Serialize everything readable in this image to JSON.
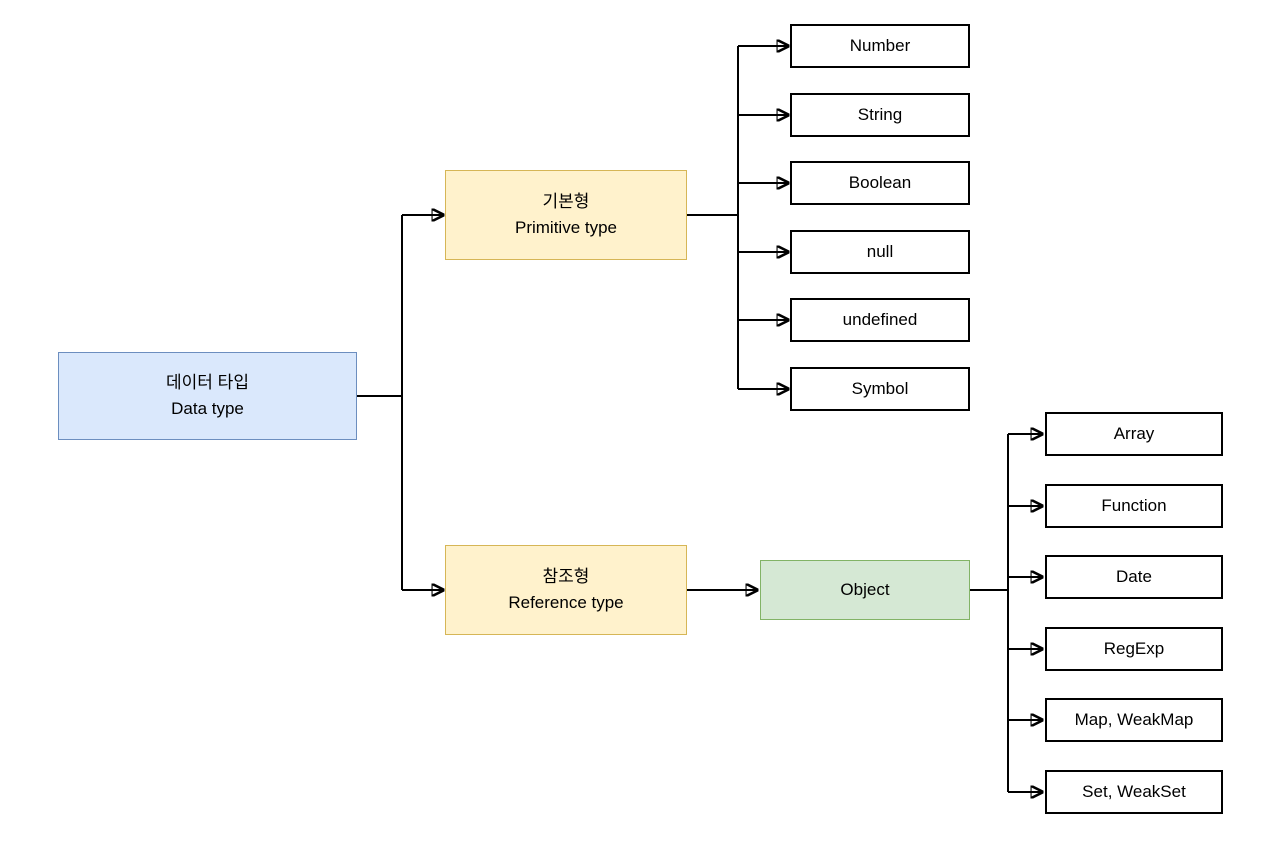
{
  "diagram": {
    "background_color": "#ffffff",
    "edge_color": "#000000",
    "nodes": {
      "root": {
        "label_ko": "데이터 타입",
        "label_en": "Data type",
        "fill": "#dae8fc",
        "border": "#6c8ebf"
      },
      "primitive": {
        "label_ko": "기본형",
        "label_en": "Primitive type",
        "fill": "#fff2cc",
        "border": "#d6b656"
      },
      "reference": {
        "label_ko": "참조형",
        "label_en": "Reference type",
        "fill": "#fff2cc",
        "border": "#d6b656"
      },
      "object": {
        "label": "Object",
        "fill": "#d5e8d4",
        "border": "#82b366"
      },
      "leaf_style": {
        "fill": "#ffffff",
        "border": "#000000"
      },
      "primitive_children": [
        "Number",
        "String",
        "Boolean",
        "null",
        "undefined",
        "Symbol"
      ],
      "reference_children": [
        "Array",
        "Function",
        "Date",
        "RegExp",
        "Map, WeakMap",
        "Set, WeakSet"
      ]
    }
  }
}
